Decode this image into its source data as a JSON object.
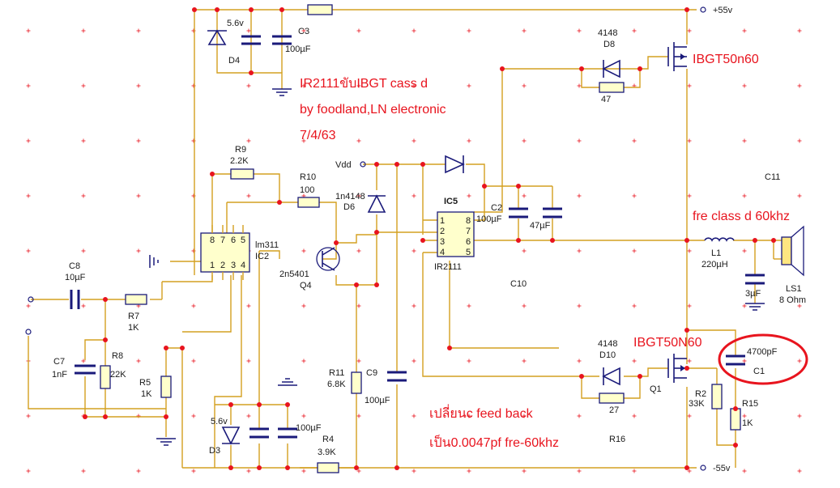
{
  "annotations": {
    "title_line1": "IR2111ขับIBGT cass d",
    "title_line2": "by foodland,LN electronic",
    "title_line3": "7/4/63",
    "igbt_top": "IBGT50n60",
    "igbt_bottom": "IBGT50N60",
    "freq": "fre class d 60khz",
    "note_line1": "เปลี่ยนc feed back",
    "note_line2": "เป็น0.0047pf fre-60khz"
  },
  "rails": {
    "pos": "+55v",
    "neg": "-55v",
    "vdd": "Vdd"
  },
  "components": {
    "d4_value": "5.6v",
    "d4_ref": "D4",
    "c3_ref": "C3",
    "c3_value": "100µF",
    "d8_type": "4148",
    "d8_ref": "D8",
    "r_d8": "47",
    "r9_ref": "R9",
    "r9_value": "2.2K",
    "r10_ref": "R10",
    "r10_value": "100",
    "d6_type": "1n4148",
    "d6_ref": "D6",
    "ic5_ref": "IC5",
    "ic5_name": "IR2111",
    "c2_ref": "C2",
    "c2_value": "100µF",
    "c_boot_value": "47µF",
    "c11_ref": "C11",
    "ic2_name": "lm311",
    "ic2_ref": "IC2",
    "q4_type": "2n5401",
    "q4_ref": "Q4",
    "c8_ref": "C8",
    "c8_value": "10µF",
    "r7_ref": "R7",
    "r7_value": "1K",
    "c7_ref": "C7",
    "c7_value": "1nF",
    "r8_ref": "R8",
    "r8_value": "22K",
    "r5_ref": "R5",
    "r5_value": "1K",
    "l1_ref": "L1",
    "l1_value": "220µH",
    "c_out_value": "3µF",
    "ls1_ref": "LS1",
    "ls1_value": "8 Ohm",
    "c10_ref": "C10",
    "d10_type": "4148",
    "d10_ref": "D10",
    "r_d10": "27",
    "q1_ref": "Q1",
    "c1_value": "4700pF",
    "c1_ref": "C1",
    "r2_ref": "R2",
    "r2_value": "33K",
    "r15_ref": "R15",
    "r15_value": "1K",
    "r11_ref": "R11",
    "r11_value": "6.8K",
    "c9_ref": "C9",
    "c9_value": "100µF",
    "d3_value": "5.6v",
    "d3_ref": "D3",
    "c_lower_value": "100µF",
    "r4_ref": "R4",
    "r4_value": "3.9K",
    "r16_ref": "R16"
  },
  "ic_pins": {
    "ic5_left": [
      "1",
      "2",
      "3",
      "4"
    ],
    "ic5_right": [
      "8",
      "7",
      "6",
      "5"
    ],
    "ic2_top": [
      "8",
      "7",
      "6",
      "5"
    ],
    "ic2_bottom": [
      "1",
      "2",
      "3",
      "4"
    ]
  },
  "colors": {
    "wire": "#d4a020",
    "component": "#1a1a7a",
    "junction": "#e8141e",
    "annotation": "#e8141e",
    "highlight_circle": "#e8141e"
  }
}
